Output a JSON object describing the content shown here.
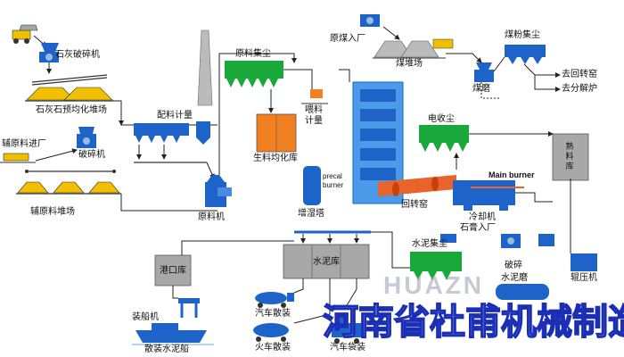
{
  "labels": {
    "limestone_crusher": "石灰破碎机",
    "limestone_prehomo": "石灰石预均化堆场",
    "aux_in": "辅原料进厂",
    "crusher": "破碎机",
    "aux_yard": "辅原料堆场",
    "raw_dust": "原料集尘",
    "batching": "配料计量",
    "raw_homo": "生料均化库",
    "feed_meter_1": "喂料",
    "feed_meter_2": "计量",
    "raw_mill": "原料机",
    "humid_tower": "增湿塔",
    "precal_1": "precal",
    "precal_2": "burner",
    "coal_in": "原煤入厂",
    "coal_yard": "煤堆场",
    "coal_dust": "煤粉集尘",
    "coal_mill": "煤磨",
    "to_kiln": "去回转窑",
    "to_decomp": "去分解炉",
    "esp": "电收尘",
    "clinker_store": "熟料库",
    "main_burner": "Main burner",
    "kiln": "回转窑",
    "cooler": "冷却机",
    "gypsum_in": "石膏入厂",
    "cement_dust": "水泥集尘",
    "crush": "破碎",
    "roller_press": "辊压机",
    "cement_mill": "水泥磨",
    "port_silo": "港口库",
    "cement_silo": "水泥库",
    "ship_loader": "装船机",
    "bulk_ship": "散装水泥船",
    "truck_bulk": "汽车散装",
    "train_bulk": "火车散装",
    "truck_bag": "汽车袋装"
  },
  "logo_text": "HUAZN",
  "watermark": "河南省杜甫机械制造有限公司",
  "colors": {
    "equipment_blue": "#1e64c8",
    "dust_green": "#19a83a",
    "yard_yellow": "#f0c000",
    "homo_orange": "#f08020",
    "kiln_orange": "#e8642a",
    "silo_gray": "#a8a8a8",
    "watermark_outline": "#1b2fb6"
  }
}
